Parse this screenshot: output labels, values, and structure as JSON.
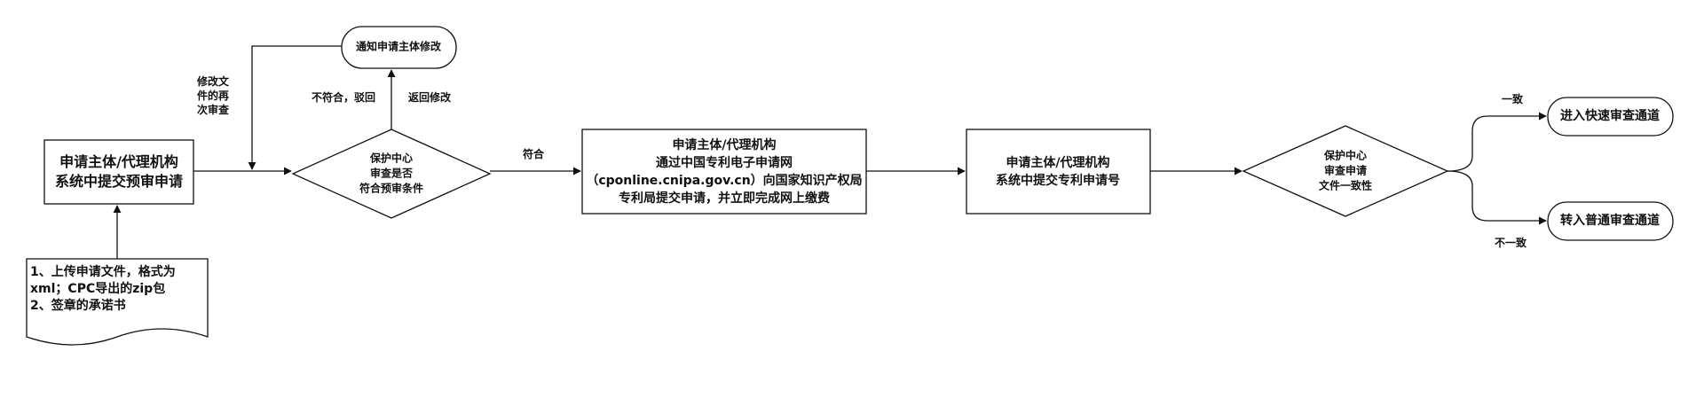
{
  "nodes": {
    "submit_pre": [
      "申请主体/代理机构",
      "系统中提交预审申请"
    ],
    "upload_doc": [
      "1、上传申请文件，格式为",
      "xml；CPC导出的zip包",
      "2、签章的承诺书"
    ],
    "notify": "通知申请主体修改",
    "review_pre": [
      "保护中心",
      "审查是否",
      "符合预审条件"
    ],
    "submit_cnipa": [
      "申请主体/代理机构",
      "通过中国专利电子申请网",
      "（cponline.cnipa.gov.cn）向国家知识产权局",
      "专利局提交申请，并立即完成网上缴费"
    ],
    "submit_no": [
      "申请主体/代理机构",
      "系统中提交专利申请号"
    ],
    "check_consistency": [
      "保护中心",
      "审查申请",
      "文件一致性"
    ],
    "fast_track": "进入快速审查通道",
    "normal_track": "转入普通审查通道"
  },
  "edges": {
    "modify_again": [
      "修改文",
      "件的再",
      "次审查"
    ],
    "not_match": "不符合，驳回",
    "return_modify": "返回修改",
    "match": "符合",
    "consistent": "一致",
    "inconsistent": "不一致"
  }
}
